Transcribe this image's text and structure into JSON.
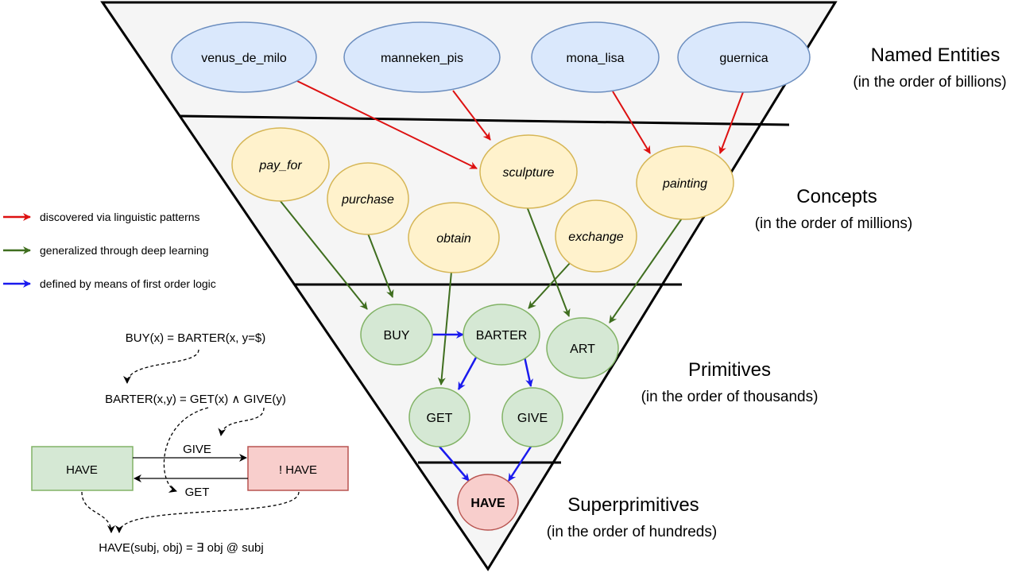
{
  "layers": [
    {
      "title": "Named Entities",
      "subtitle": "(in the order of billions)"
    },
    {
      "title": "Concepts",
      "subtitle": "(in the order of millions)"
    },
    {
      "title": "Primitives",
      "subtitle": "(in the order of thousands)"
    },
    {
      "title": "Superprimitives",
      "subtitle": "(in the order of hundreds)"
    }
  ],
  "entities": [
    "venus_de_milo",
    "manneken_pis",
    "mona_lisa",
    "guernica"
  ],
  "concepts": [
    "pay_for",
    "purchase",
    "obtain",
    "sculpture",
    "exchange",
    "painting"
  ],
  "primitives": [
    "BUY",
    "BARTER",
    "ART",
    "GET",
    "GIVE"
  ],
  "superprimitive": "HAVE",
  "legend": [
    {
      "label": "discovered via linguistic patterns",
      "color": "#dd1111"
    },
    {
      "label": "generalized through deep learning",
      "color": "#3f6e1f"
    },
    {
      "label": "defined by means of first order logic",
      "color": "#1a1aee"
    }
  ],
  "formulas": {
    "buy": "BUY(x) = BARTER(x, y=$)",
    "barter": "BARTER(x,y) = GET(x)  ∧  GIVE(y)",
    "have": "HAVE(subj, obj) =  ∃ obj @ subj"
  },
  "state_diagram": {
    "left_box": "HAVE",
    "right_box": "! HAVE",
    "top_arrow": "GIVE",
    "bottom_arrow": "GET"
  },
  "colors": {
    "entity_fill": "#dae8fc",
    "entity_stroke": "#6c8ebf",
    "concept_fill": "#fff2cc",
    "concept_stroke": "#d6b656",
    "primitive_fill": "#d5e8d4",
    "primitive_stroke": "#82b366",
    "super_fill": "#f8cecc",
    "super_stroke": "#b85450",
    "triangle_fill": "#f5f5f5"
  }
}
